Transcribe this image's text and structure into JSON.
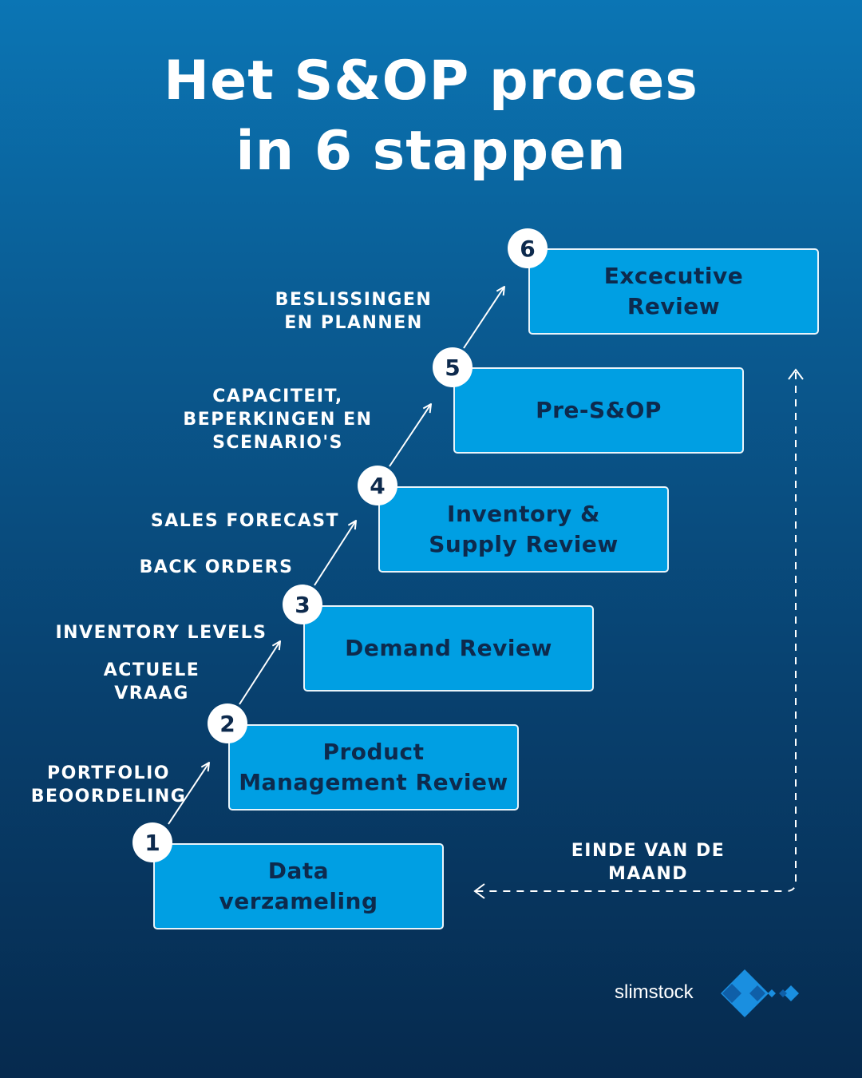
{
  "title": {
    "line1": "Het S&OP proces",
    "line2": "in 6 stappen"
  },
  "steps": [
    {
      "number": "1",
      "label": "Data\nverzameling"
    },
    {
      "number": "2",
      "label": "Product\nManagement Review"
    },
    {
      "number": "3",
      "label": "Demand Review"
    },
    {
      "number": "4",
      "label": "Inventory &\nSupply Review"
    },
    {
      "number": "5",
      "label": "Pre-S&OP"
    },
    {
      "number": "6",
      "label": "Excecutive\nReview"
    }
  ],
  "annotations": {
    "portfolio": "PORTFOLIO\nBEOORDELING",
    "actuele_vraag": "ACTUELE\nVRAAG",
    "inventory_levels": "INVENTORY LEVELS",
    "back_orders": "BACK ORDERS",
    "sales_forecast": "SALES FORECAST",
    "capaciteit": "CAPACITEIT,\nBEPERKINGEN EN\nSCENARIO'S",
    "beslissingen": "BESLISSINGEN\nEN PLANNEN",
    "einde_maand": "EINDE VAN DE\nMAAND"
  },
  "logo": {
    "text": "slimstock"
  },
  "colors": {
    "box_fill": "#009fe3",
    "text_dark": "#0d2a4d",
    "logo_blue": "#1a8fe0"
  }
}
